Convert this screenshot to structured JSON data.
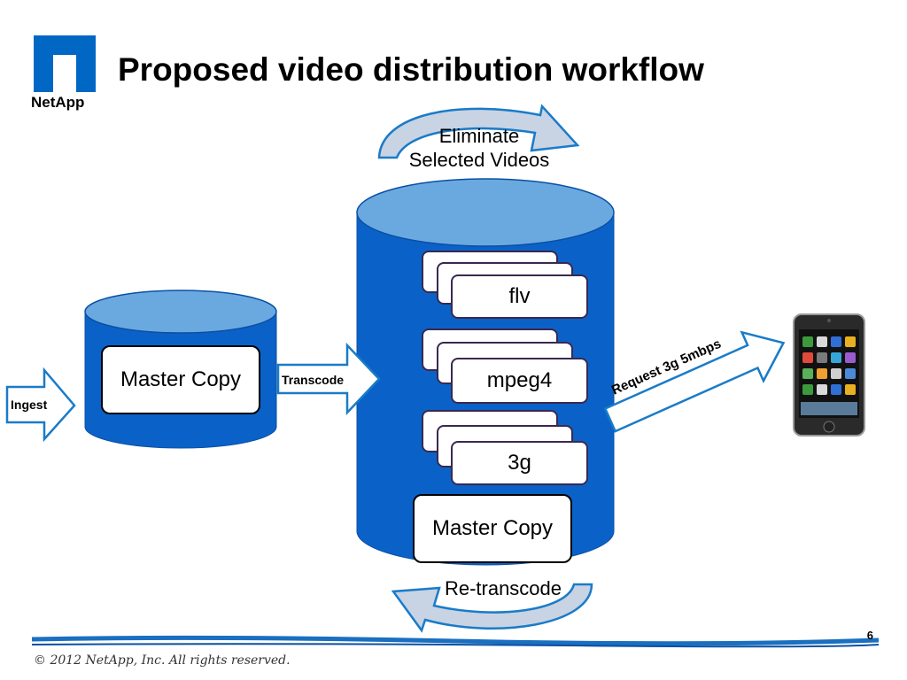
{
  "slide": {
    "title": "Proposed video distribution workflow",
    "page_number": "6",
    "footer": "© 2012 NetApp, Inc.  All rights reserved."
  },
  "logo": {
    "text": "NetApp",
    "color": "#0067c5"
  },
  "ingest": {
    "label": "Ingest"
  },
  "transcode": {
    "label": "Transcode"
  },
  "master_db": {
    "master_copy_label": "Master Copy"
  },
  "distribution_db": {
    "formats": [
      "flv",
      "mpeg4",
      "3g"
    ],
    "master_copy_label": "Master Copy"
  },
  "eliminate": {
    "line1": "Eliminate",
    "line2": "Selected Videos"
  },
  "retranscode": {
    "label": "Re-transcode"
  },
  "request": {
    "label": "Request 3g 5mbps"
  },
  "colors": {
    "cylinder_body": "#0a62c8",
    "cylinder_top": "#6aa9e0",
    "arrow_outline": "#1a7bc8"
  }
}
